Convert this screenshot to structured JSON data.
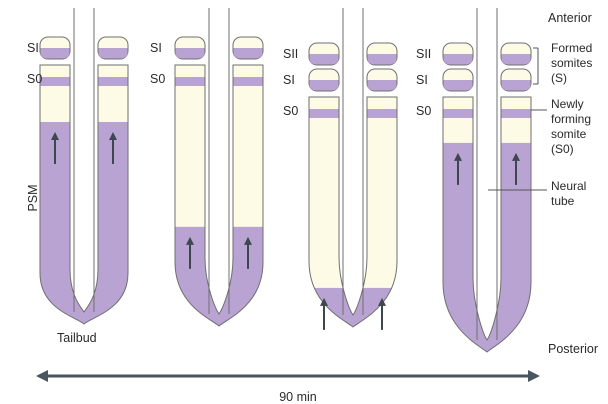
{
  "colors": {
    "tissue": "#fdfbe6",
    "purple": "#b9a3d3",
    "outline": "#6f6f6f",
    "arrow": "#3e4650",
    "timeline": "#4a5560"
  },
  "labels": {
    "anterior": "Anterior",
    "posterior": "Posterior",
    "psm": "PSM",
    "tailbud": "Tailbud",
    "duration": "90 min",
    "legend": {
      "formed_somites": [
        "Formed",
        "somites",
        "(S)"
      ],
      "newly_forming": [
        "Newly",
        "forming",
        "somite",
        "(S0)"
      ],
      "neural_tube": [
        "Neural",
        "tube"
      ]
    }
  },
  "stages": [
    {
      "somite_labels": [
        "SI",
        "S0"
      ],
      "purple_fraction": 0.78
    },
    {
      "somite_labels": [
        "SI",
        "S0"
      ],
      "purple_fraction": 0.38
    },
    {
      "somite_labels": [
        "SII",
        "SI",
        "S0"
      ],
      "purple_fraction": 0.17
    },
    {
      "somite_labels": [
        "SII",
        "SI",
        "S0"
      ],
      "purple_fraction": 0.82
    }
  ]
}
